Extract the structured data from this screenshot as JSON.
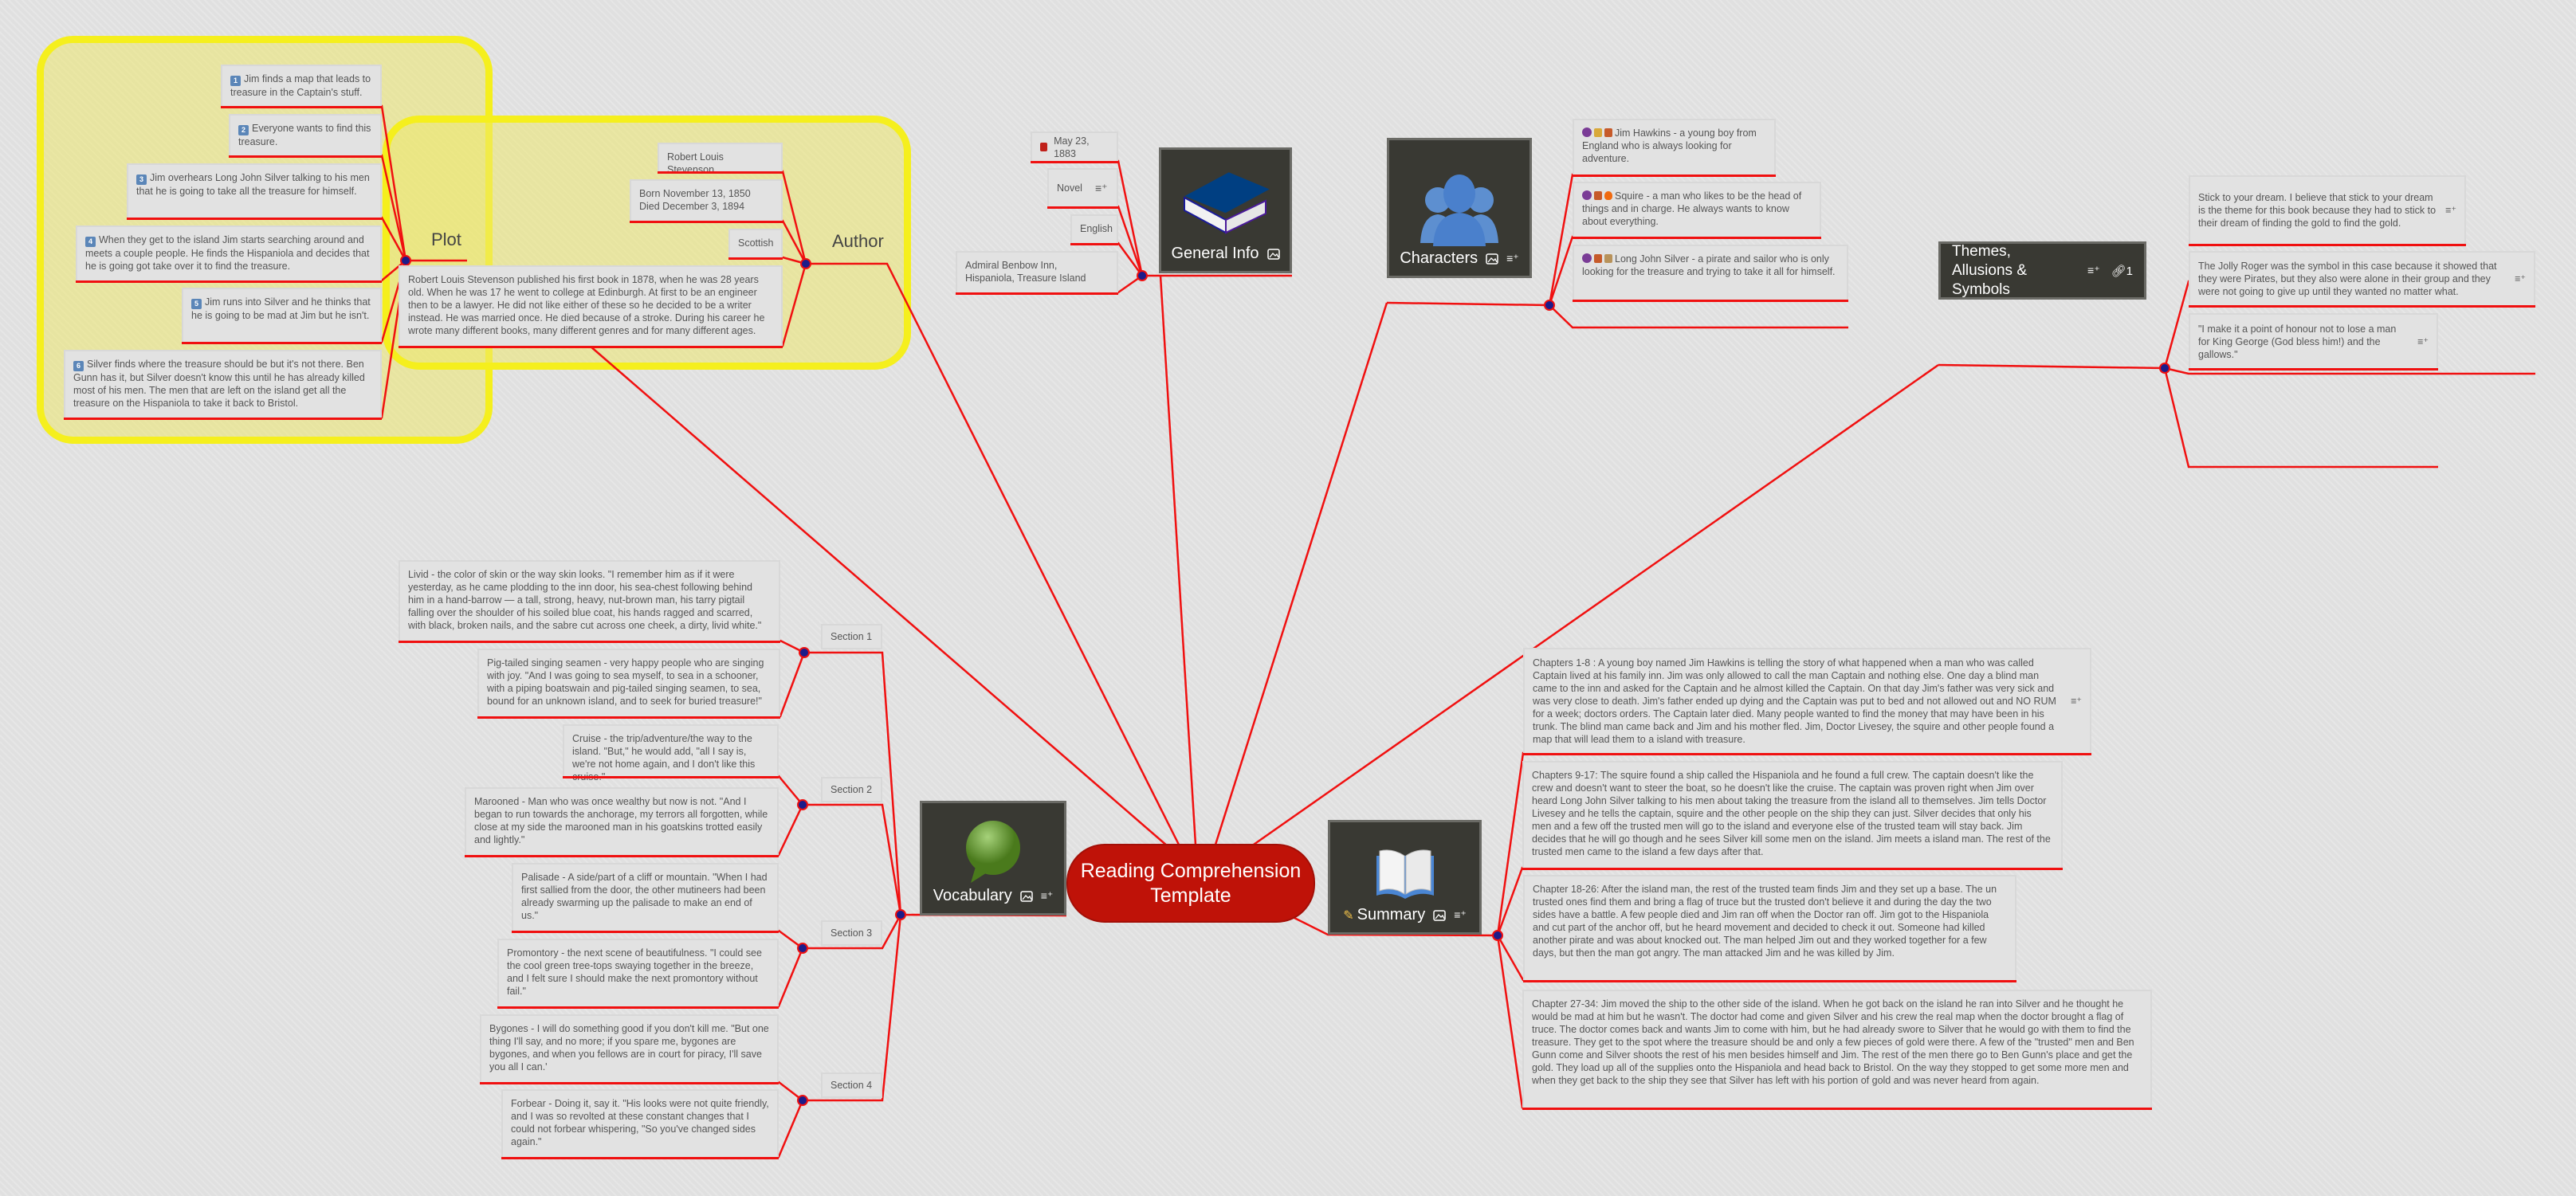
{
  "central": {
    "title": "Reading Comprehension Template",
    "color": "#bf1208"
  },
  "colors": {
    "branch_line": "#f01010",
    "boundary": "#f5ef1d",
    "node_dark": "#393933"
  },
  "plot": {
    "label": "Plot",
    "items": [
      {
        "num": "1",
        "text": "Jim finds a map that leads to treasure in the Captain's stuff."
      },
      {
        "num": "2",
        "text": "Everyone wants to find this treasure."
      },
      {
        "num": "3",
        "text": "Jim overhears Long John Silver talking to his men that he is going to take all the treasure for himself."
      },
      {
        "num": "4",
        "text": "When they get to the island Jim starts searching around and meets a couple people. He finds the Hispaniola and decides that he is going got take over it to find the treasure."
      },
      {
        "num": "5",
        "text": "Jim runs into Silver and he thinks that he is going to be mad at Jim but he isn't."
      },
      {
        "num": "6",
        "text": "Silver finds where the treasure should be but it's not there. Ben Gunn has it, but Silver doesn't know this until he has already killed most of his men. The men that are left on the island get all the treasure on the Hispaniola to take it back to Bristol."
      }
    ]
  },
  "author": {
    "label": "Author",
    "items": [
      "Robert Louis Stevenson",
      "Born November 13, 1850 Died December 3, 1894",
      "Scottish",
      "Robert Louis Stevenson published his first book in 1878, when he was 28 years old. When he was 17 he went to college at Edinburgh. At first to be an engineer then to be a lawyer. He did not like either of these so he decided to be a writer instead. He was married once. He died because of a stroke. During his career he wrote many different books, many different genres and for many different ages."
    ]
  },
  "general_info": {
    "label": "General Info",
    "icon": "closed-book-icon",
    "items": [
      "May 23, 1883",
      "Novel",
      "English",
      "Admiral Benbow Inn, Hispaniola, Treasure Island"
    ]
  },
  "characters": {
    "label": "Characters",
    "icon": "people-icon",
    "items": [
      "Jim Hawkins - a young boy from England who is always looking for adventure.",
      "Squire - a man who likes to be the head of things and in charge. He always wants to know about everything.",
      "Long John Silver - a pirate and sailor who is only looking for the treasure and trying to take it all for himself."
    ]
  },
  "themes": {
    "label": "Themes, Allusions & Symbols",
    "link_count": "1",
    "items": [
      "Stick to your dream. I believe that stick to your dream is the theme for this book because they had to stick to their dream of finding the gold to find the gold.",
      "The Jolly Roger was the symbol in this case because it showed that they were Pirates, but they also were alone in their group and they were not going to give up until they wanted no matter what.",
      "\"I make it a point of honour not to lose a man for King George (God bless him!) and the gallows.\""
    ]
  },
  "vocabulary": {
    "label": "Vocabulary",
    "icon": "speech-bubble-icon",
    "sections": [
      {
        "label": "Section 1",
        "items": [
          "Livid - the color of skin or the way skin looks. \"I remember him as if it were yesterday, as he came plodding to the inn door, his sea-chest following behind him in a hand-barrow — a tall, strong, heavy, nut-brown man, his tarry pigtail falling over the shoulder of his soiled blue coat, his hands ragged and scarred, with black, broken nails, and the sabre cut across one cheek, a dirty, livid white.\"",
          "Pig-tailed singing seamen - very happy people who are singing with joy. \"And I was going to sea myself, to sea in a schooner, with a piping boatswain and pig-tailed singing seamen, to sea, bound for an unknown island, and to seek for buried treasure!\""
        ]
      },
      {
        "label": "Section 2",
        "items": [
          "Cruise - the trip/adventure/the way to the island. \"But,\" he would add, \"all I say is, we're not home again, and I don't like this cruise.\"",
          "Marooned - Man who was once wealthy but now is not. \"And I began to run towards the anchorage, my terrors all forgotten, while close at my side the marooned man in his goatskins trotted easily and lightly.\""
        ]
      },
      {
        "label": "Section 3",
        "items": [
          "Palisade - A side/part of a cliff or mountain. \"When I had first sallied from the door, the other mutineers had been already swarming up the palisade to make an end of us.\"",
          "Promontory - the next scene of beautifulness. \"I could see the cool green tree-tops swaying together in the breeze, and I felt sure I should make the next promontory without fail.\""
        ]
      },
      {
        "label": "Section 4",
        "items": [
          "Bygones - I will do something good if you don't kill me. \"But one thing I'll say, and no more; if you spare me, bygones are bygones, and when you fellows are in court for piracy, I'll save you all I can.'",
          "Forbear - Doing it, say it. \"His looks were not quite friendly, and I was so revolted at these constant changes that I could not forbear whispering, \"So you've changed sides again.\""
        ]
      }
    ]
  },
  "summary": {
    "label": "Summary",
    "icon": "open-book-icon",
    "items": [
      "Chapters 1-8 : A young boy named Jim Hawkins is telling the story of what happened when a man who was called Captain lived at his family inn. Jim was only allowed to call the man Captain and nothing else. One day a blind man came to the inn and asked for the Captain and he almost killed the Captain. On that day Jim's father was very sick and was very close to death. Jim's father ended up dying and the Captain was put to bed and not allowed out and NO RUM for a week; doctors orders. The Captain later died. Many people wanted to find the money that may have been in his trunk. The blind man came back and Jim and his mother fled. Jim, Doctor Livesey, the squire and other people found a map that will lead them to a island with treasure.",
      "Chapters 9-17: The squire found a ship called the Hispaniola and he found a full crew. The captain doesn't like the crew and doesn't want to steer the boat, so he doesn't like the cruise. The captain was proven right when Jim over heard Long John Silver talking to his men about taking the treasure from the island all to themselves. Jim tells Doctor Livesey and he tells the captain, squire and the other people on the ship they can just. Silver decides that only his men and a few off the trusted men will go to the island and everyone else of the trusted team will stay back. Jim decides that he will go though and he sees Silver kill some men on the island. Jim meets a island man. The rest of the trusted men came to the island a few days after that.",
      "Chapter 18-26: After the island man, the rest of the trusted team finds Jim and they set up a base. The un trusted ones find them and bring a flag of truce but the trusted don't believe it and during the day the two sides have a battle. A few people died and Jim ran off when the Doctor ran off. Jim got to the Hispaniola and cut part of the anchor off, but he heard movement and decided to check it out. Someone had killed another pirate and was about knocked out. The man helped Jim out and they worked together for a few days, but then the man got angry. The man attacked Jim and he was killed by Jim.",
      "Chapter 27-34: Jim moved the ship to the other side of the island. When he got back on the island he ran into Silver and he thought he would be mad at him but he wasn't. The doctor had come and given Silver and his crew the real map when the doctor brought a flag of truce. The doctor comes back and wants Jim to come with him, but he had already swore to Silver that he would go with them to find the treasure. They get to the spot where the treasure should be and only a few pieces of gold were there. A few of the \"trusted\" men and Ben Gunn come and Silver shoots the rest of his men besides himself and Jim. The rest of the men there go to Ben Gunn's place and get the gold. They load up all of the supplies onto the Hispaniola and head back to Bristol. On the way they stopped to get some more men and when they get back to the ship they see that Silver has left with his portion of gold and was never heard from again."
    ]
  }
}
